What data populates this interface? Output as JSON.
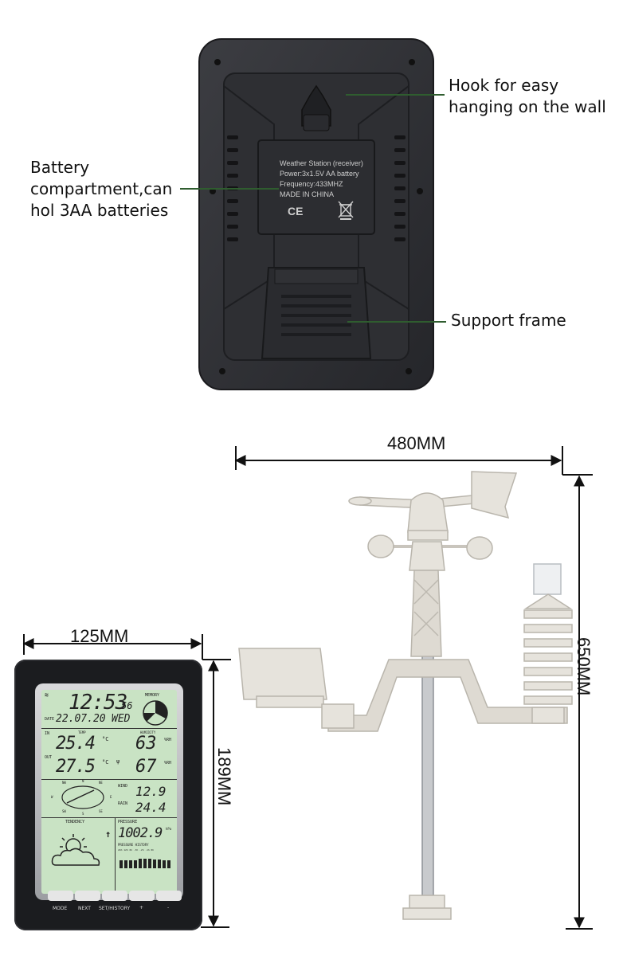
{
  "back_panel": {
    "label_lines": [
      "Weather Station (receiver)",
      "Power:3x1.5V AA battery",
      "Frequency:433MHZ",
      "MADE IN CHINA"
    ],
    "ce_mark": "CE",
    "weee_icon": "crossed-bin-icon"
  },
  "callouts": {
    "hook": "Hook for easy\nhanging on the wall",
    "battery": "Battery\ncompartment,can\nhol 3AA batteries",
    "support": "Support frame"
  },
  "dimensions": {
    "sensor_width": "480MM",
    "sensor_height": "650MM",
    "display_width": "125MM",
    "display_height": "189MM"
  },
  "lcd": {
    "time": "12:53",
    "seconds": "56",
    "date_label": "DATE",
    "date": "22.07.20",
    "weekday": "WED",
    "memory_label": "MEMORY",
    "in_label": "IN",
    "temp_label": "TEMP",
    "humidity_label": "HUMIDITY",
    "temp_in": "25.4",
    "hum_in": "63",
    "out_label": "OUT",
    "temp_out": "27.5",
    "hum_out": "67",
    "unit_c": "°C",
    "unit_rh": "%RH",
    "wind_label": "WIND",
    "wind_value": "12.9",
    "rain_label": "RAIN",
    "rain_value": "24.4",
    "compass": {
      "nw": "NW",
      "n": "N",
      "ne": "NE",
      "w": "W",
      "e": "E",
      "sw": "SW",
      "s": "S",
      "se": "SE"
    },
    "tendency_label": "TENDENCY",
    "pressure_label": "PRESSURE",
    "pressure_value": "1002.9",
    "pressure_unit": "hPa",
    "pressure_history_label": "PRESSURE HISTORY",
    "history_ticks": "24h 12h 6h -3h -2h -1h 0h",
    "forecast_icon": "partly-cloudy-icon"
  },
  "buttons": [
    "MODE",
    "NEXT",
    "SET/HISTORY",
    "+",
    "-"
  ]
}
